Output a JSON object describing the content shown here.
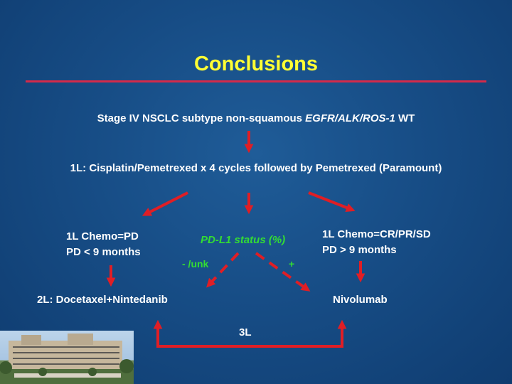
{
  "slide": {
    "title": "Conclusions",
    "stage_line": {
      "prefix": "Stage IV NSCLC subtype non-squamous ",
      "genes": "EGFR/ALK/ROS-1",
      "suffix": " WT"
    },
    "first_line": "1L: Cisplatin/Pemetrexed x 4 cycles followed by Pemetrexed (Paramount)",
    "left_branch": {
      "line1": "1L Chemo=PD",
      "line2": "PD < 9 months"
    },
    "center_branch": {
      "label": "PD-L1 status (%)",
      "negative": "- /unk",
      "positive": "+"
    },
    "right_branch": {
      "line1": "1L Chemo=CR/PR/SD",
      "line2": "PD > 9 months"
    },
    "left_outcome": "2L: Docetaxel+Nintedanib",
    "right_outcome": "Nivolumab",
    "third_line": "3L"
  },
  "colors": {
    "background": "#174d86",
    "title": "#ffff33",
    "text": "#ffffff",
    "highlight_text": "#33dd33",
    "arrow": "#e01e25",
    "rule": "#d42a4a"
  }
}
